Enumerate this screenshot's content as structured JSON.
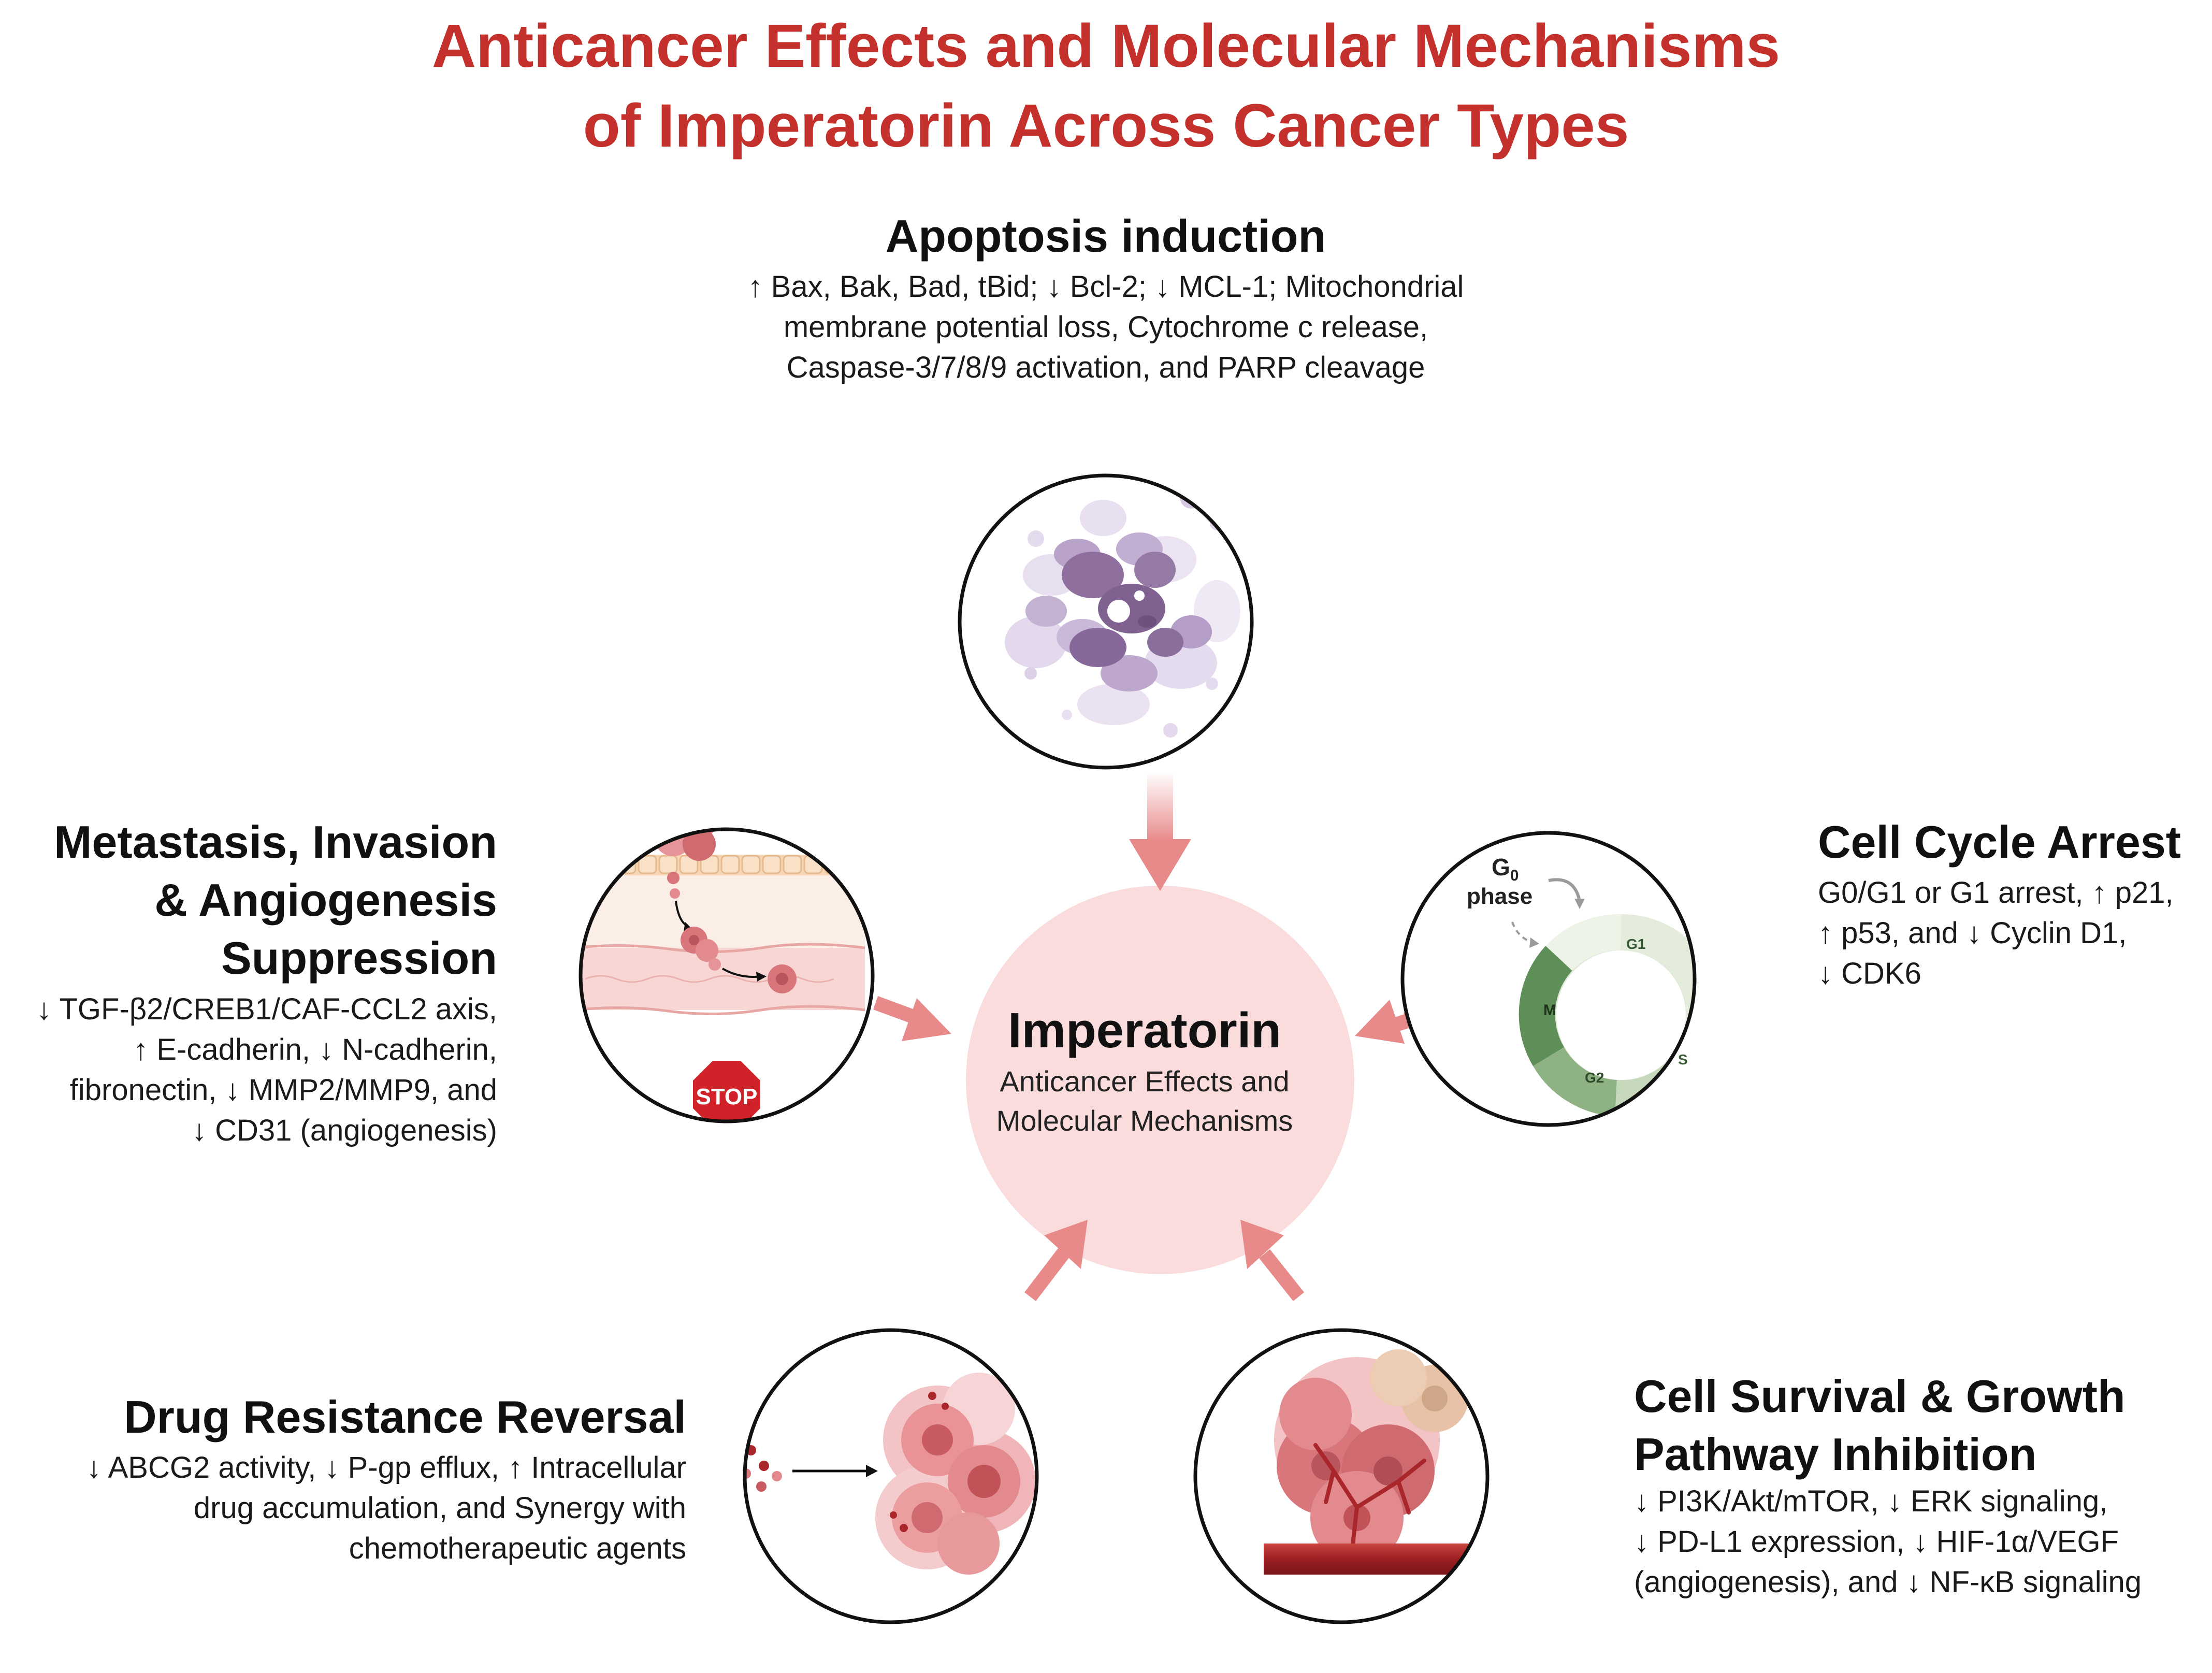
{
  "title": {
    "line1": "Anticancer Effects and Molecular Mechanisms",
    "line2": "of Imperatorin Across Cancer Types"
  },
  "center": {
    "name": "Imperatorin",
    "subtitle_line1": "Anticancer Effects and",
    "subtitle_line2": "Molecular Mechanisms"
  },
  "apoptosis": {
    "heading": "Apoptosis induction",
    "lines": [
      "↑ Bax, Bak, Bad, tBid; ↓ Bcl-2; ↓ MCL-1; Mitochondrial",
      "membrane potential loss, Cytochrome c release,",
      "Caspase-3/7/8/9 activation, and PARP cleavage"
    ]
  },
  "metastasis": {
    "heading_lines": [
      "Metastasis, Invasion",
      "& Angiogenesis",
      "Suppression"
    ],
    "lines": [
      "↓ TGF-β2/CREB1/CAF-CCL2 axis,",
      "↑ E-cadherin, ↓ N-cadherin,",
      "fibronectin, ↓ MMP2/MMP9, and",
      "↓ CD31 (angiogenesis)"
    ],
    "stop_sign": "STOP"
  },
  "cell_cycle": {
    "heading": "Cell Cycle Arrest",
    "lines": [
      "G0/G1 or G1 arrest, ↑ p21,",
      "↑ p53, and ↓ Cyclin D1,",
      "↓ CDK6"
    ],
    "g0_label": "G",
    "g0_sub": "0",
    "phase_label": "phase",
    "phases": [
      "G1",
      "S",
      "G2",
      "M"
    ]
  },
  "drug_resistance": {
    "heading": "Drug Resistance Reversal",
    "lines": [
      "↓ ABCG2 activity, ↓ P-gp efflux, ↑ Intracellular",
      "drug accumulation, and Synergy with",
      "chemotherapeutic agents"
    ]
  },
  "survival": {
    "heading_lines": [
      "Cell Survival & Growth",
      "Pathway Inhibition"
    ],
    "lines": [
      "↓ PI3K/Akt/mTOR, ↓ ERK signaling,",
      "↓ PD-L1 expression, ↓ HIF-1α/VEGF",
      "(angiogenesis), and ↓ NF-κB signaling"
    ]
  },
  "colors": {
    "title": "#c4302b",
    "arrow": "#e8898a",
    "center_fill": "#fbdcdc",
    "apoptosis": "#8e6f9e",
    "cycle_light": "#dfe8d6",
    "cycle_dark": "#5e8f58",
    "tumor": "#d9767c",
    "vessel": "#a9262a"
  }
}
